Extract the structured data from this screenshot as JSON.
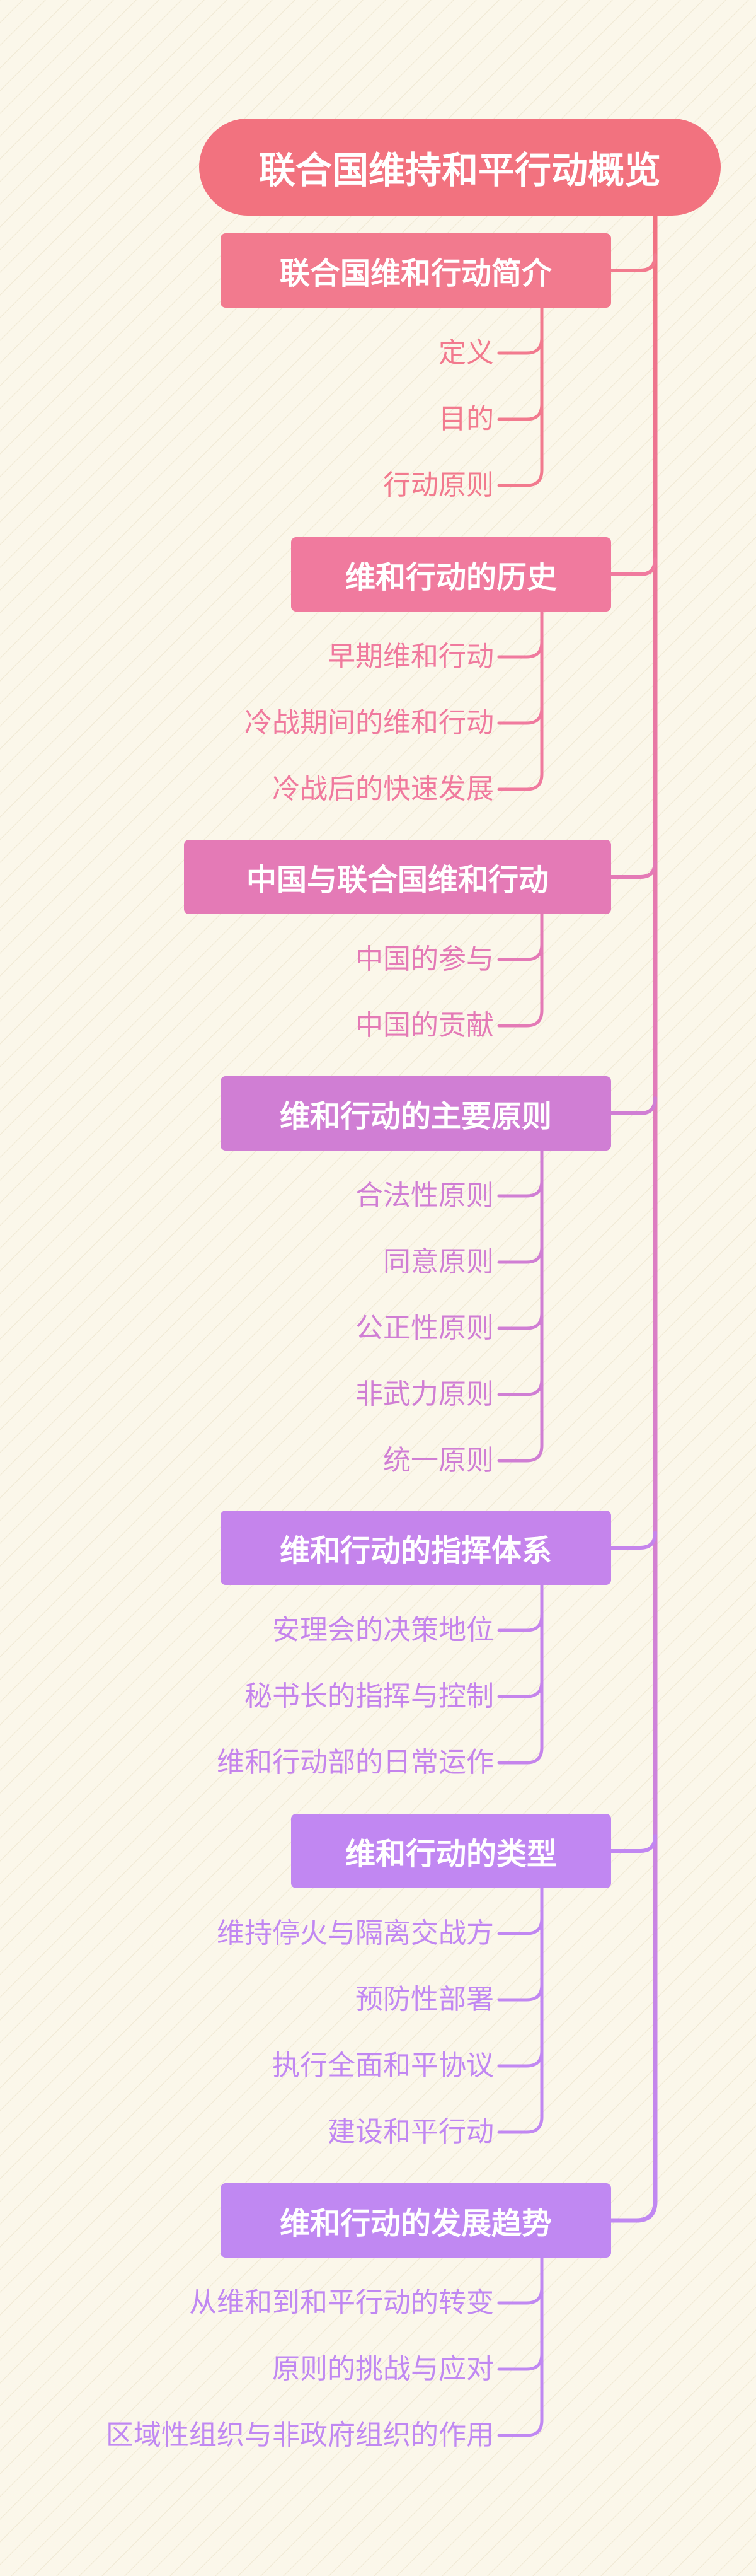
{
  "root": {
    "title": "联合国维持和平行动概览",
    "color": "#f2727f"
  },
  "categories": [
    {
      "label": "联合国维和行动简介",
      "color": "#f27a8e",
      "children": [
        "定义",
        "目的",
        "行动原则"
      ]
    },
    {
      "label": "维和行动的历史",
      "color": "#f07a9e",
      "children": [
        "早期维和行动",
        "冷战期间的维和行动",
        "冷战后的快速发展"
      ]
    },
    {
      "label": "中国与联合国维和行动",
      "color": "#e47ab6",
      "children": [
        "中国的参与",
        "中国的贡献"
      ]
    },
    {
      "label": "维和行动的主要原则",
      "color": "#d07ed4",
      "children": [
        "合法性原则",
        "同意原则",
        "公正性原则",
        "非武力原则",
        "统一原则"
      ]
    },
    {
      "label": "维和行动的指挥体系",
      "color": "#c584ec",
      "children": [
        "安理会的决策地位",
        "秘书长的指挥与控制",
        "维和行动部的日常运作"
      ]
    },
    {
      "label": "维和行动的类型",
      "color": "#c187f2",
      "children": [
        "维持停火与隔离交战方",
        "预防性部署",
        "执行全面和平协议",
        "建设和平行动"
      ]
    },
    {
      "label": "维和行动的发展趋势",
      "color": "#c088f2",
      "children": [
        "从维和到和平行动的转变",
        "原则的挑战与应对",
        "区域性组织与非政府组织的作用"
      ]
    }
  ]
}
